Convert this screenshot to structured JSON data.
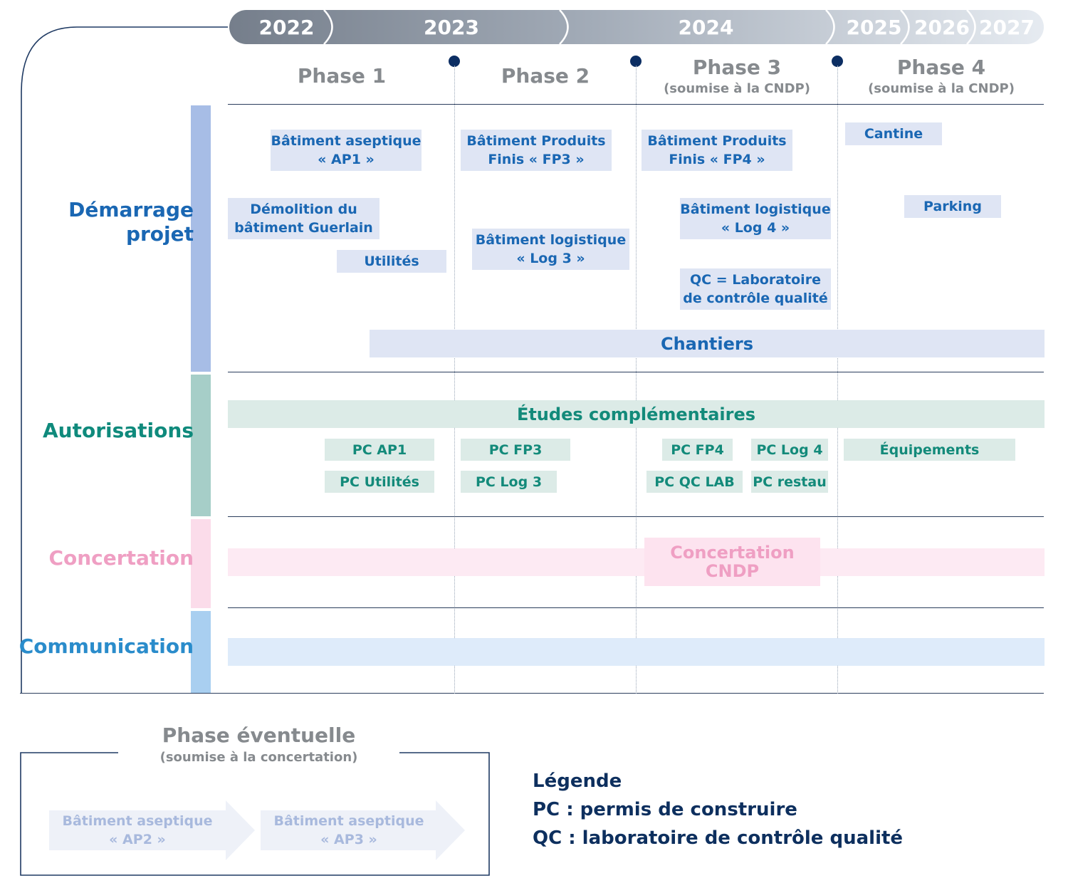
{
  "timeline": {
    "years": [
      "2022",
      "2023",
      "2024",
      "2025",
      "2026",
      "2027"
    ],
    "colors": {
      "dark": "#7a8390",
      "mid": "#9aa3af",
      "light": "#d6dde6"
    }
  },
  "phases": [
    {
      "title": "Phase 1",
      "subtitle": ""
    },
    {
      "title": "Phase 2",
      "subtitle": ""
    },
    {
      "title": "Phase 3",
      "subtitle": "(soumise à la CNDP)"
    },
    {
      "title": "Phase 4",
      "subtitle": "(soumise à la CNDP)"
    }
  ],
  "categories": {
    "demarrage": {
      "label": "Démarrage projet",
      "color": "#1a67b3",
      "bar_color": "#a7bde6"
    },
    "autorisations": {
      "label": "Autorisations",
      "color": "#0f8a7c",
      "bar_color": "#a6cec8"
    },
    "concertation": {
      "label": "Concertation",
      "color": "#ef9fc3",
      "bar_color": "#fbdcea"
    },
    "communication": {
      "label": "Communication",
      "color": "#2a8ccb",
      "bar_color": "#a9cff0"
    }
  },
  "demarrage_items": {
    "ap1": "Bâtiment aseptique « AP1 »",
    "fp3": "Bâtiment Produits Finis « FP3 »",
    "fp4": "Bâtiment Produits Finis « FP4 »",
    "cantine": "Cantine",
    "demolition": "Démolition du bâtiment Guerlain",
    "utilites": "Utilités",
    "log3": "Bâtiment logistique « Log 3 »",
    "log4": "Bâtiment logistique « Log 4 »",
    "parking": "Parking",
    "qc": "QC = Laboratoire de contrôle qualité",
    "chantiers": "Chantiers"
  },
  "autorisations_items": {
    "etudes": "Études complémentaires",
    "pc_ap1": "PC AP1",
    "pc_fp3": "PC FP3",
    "pc_fp4": "PC FP4",
    "pc_log4": "PC Log 4",
    "equipements": "Équipements",
    "pc_utilites": "PC Utilités",
    "pc_log3": "PC Log 3",
    "pc_qclab": "PC QC LAB",
    "pc_restau": "PC restau"
  },
  "concertation_items": {
    "cndp": "Concertation CNDP"
  },
  "phase_eventuelle": {
    "title": "Phase éventuelle",
    "subtitle": "(soumise à la concertation)",
    "steps": [
      "Bâtiment aseptique « AP2 »",
      "Bâtiment aseptique « AP3 »"
    ]
  },
  "legend": {
    "title": "Légende",
    "pc": "PC : permis de construire",
    "qc": "QC : laboratoire de contrôle qualité"
  }
}
